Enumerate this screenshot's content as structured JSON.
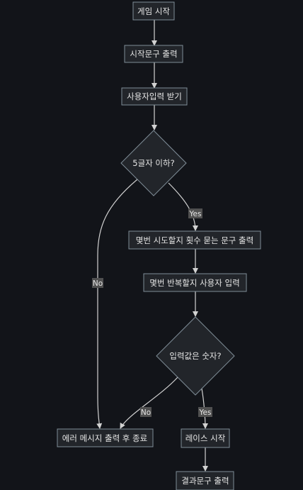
{
  "nodes": {
    "start": "게임 시작",
    "print_intro": "시작문구 출력",
    "get_input": "사용자입력 받기",
    "check_length": "5글자 이하?",
    "ask_attempts": "몇번 시도할지 횟수 묻는 문구 출력",
    "input_repeat": "몇번 반복할지 사용자 입력",
    "check_number": "입력값은 숫자?",
    "error_exit": "에러 메시지 출력 후 종료",
    "race_start": "레이스 시작",
    "print_result": "결과문구 출력"
  },
  "edge_labels": {
    "length_yes": "Yes",
    "length_no": "No",
    "number_no": "No",
    "number_yes": "Yes"
  },
  "colors": {
    "background": "#121419",
    "node_fill": "#22252a",
    "node_stroke": "#7f8d97",
    "edge": "#d2d2d2",
    "label_bg": "#505050",
    "text": "#e6e6e6"
  }
}
